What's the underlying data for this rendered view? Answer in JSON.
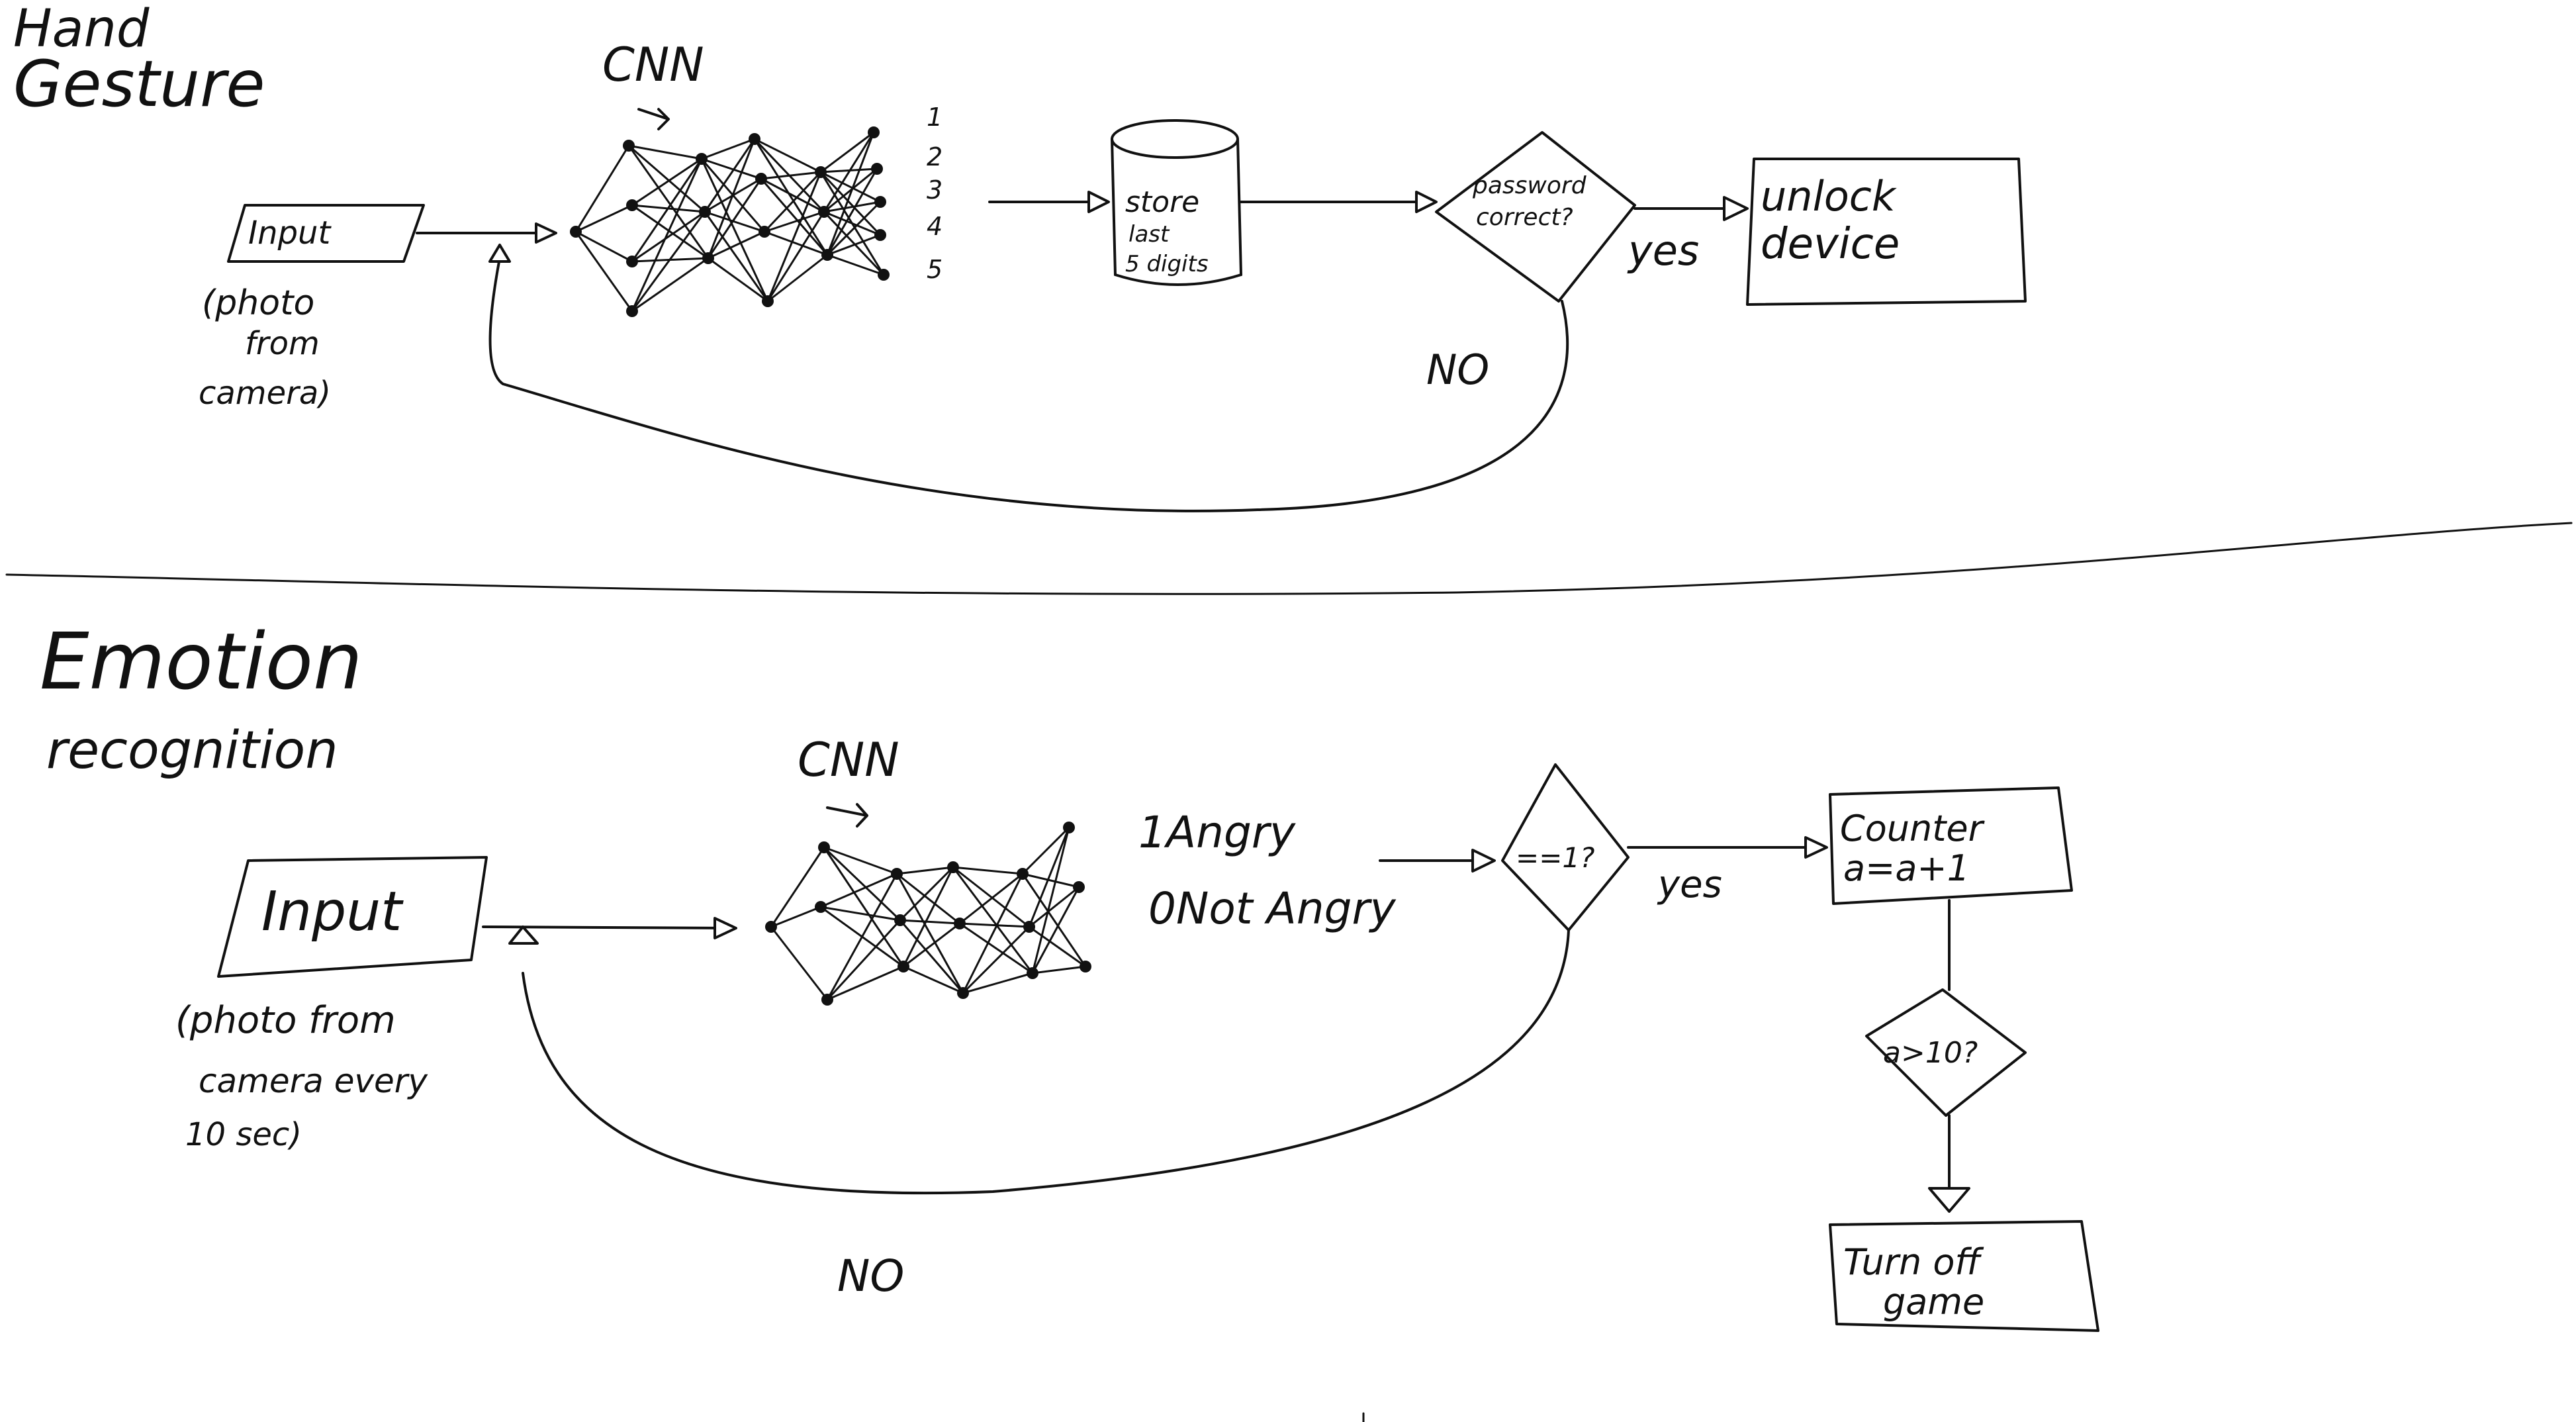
{
  "section_top": {
    "title_line1": "Hand",
    "title_line2": "Gesture",
    "input_label": "Input",
    "input_note_line1": "(photo",
    "input_note_line2": "from",
    "input_note_line3": "camera)",
    "cnn_label": "CNN",
    "outputs": [
      "1",
      "2",
      "3",
      "4",
      "5"
    ],
    "store_line1": "store",
    "store_line2": "last",
    "store_line3": "5 digits",
    "decision_line1": "password",
    "decision_line2": "correct?",
    "yes_label": "yes",
    "no_label": "NO",
    "unlock_line1": "unlock",
    "unlock_line2": "device"
  },
  "section_bottom": {
    "title_line1": "Emotion",
    "title_line2": "recognition",
    "input_label": "Input",
    "input_note_line1": "(photo from",
    "input_note_line2": "camera every",
    "input_note_line3": "10 sec)",
    "cnn_label": "CNN",
    "output_1": "1Angry",
    "output_2": "0Not Angry",
    "decision_label": "==1?",
    "yes_label": "yes",
    "no_label": "NO",
    "counter_line1": "Counter",
    "counter_line2": "a=a+1",
    "decision2_label": "a>10?",
    "end_line1": "Turn off",
    "end_line2": "game"
  },
  "colors": {
    "ink": "#111111",
    "background": "#ffffff"
  }
}
